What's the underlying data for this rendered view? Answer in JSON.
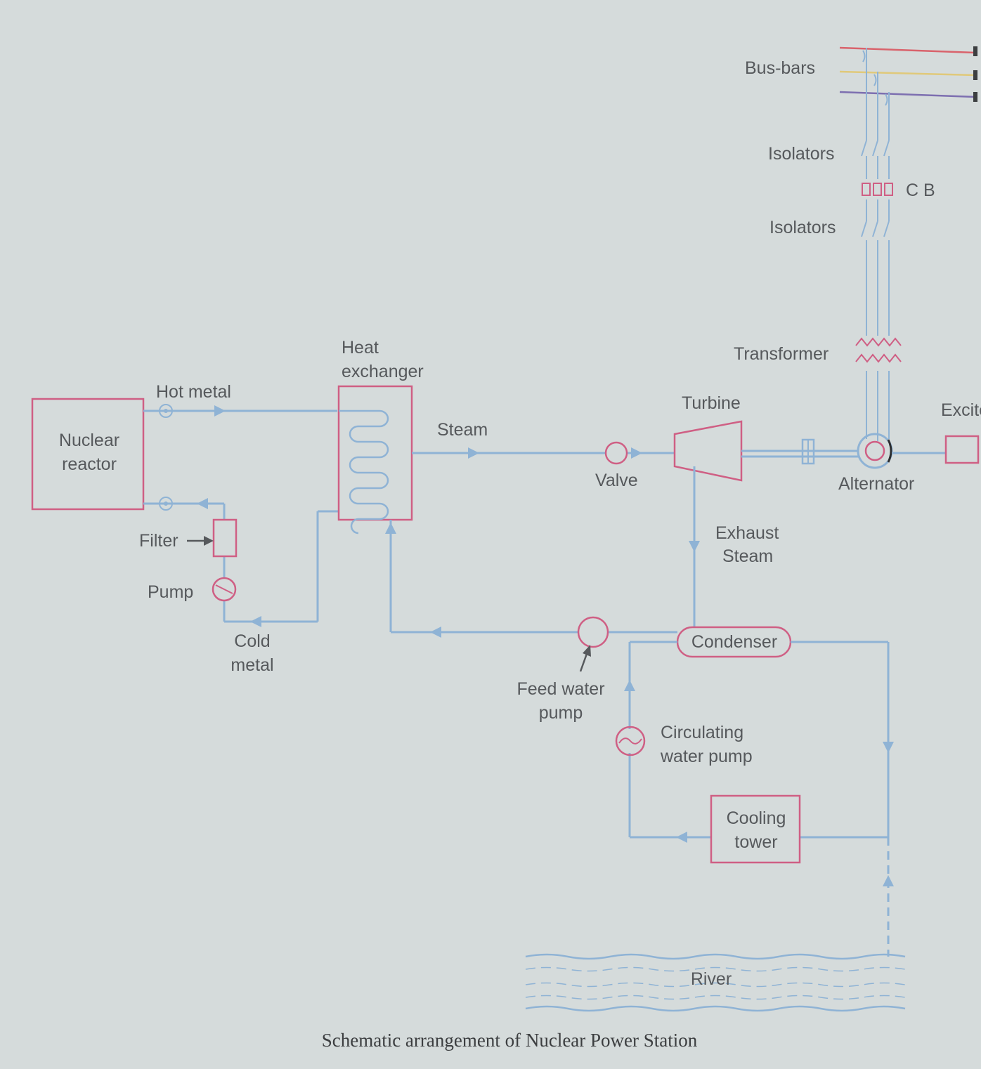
{
  "labels": {
    "bus_bars": "Bus-bars",
    "isolators_top": "Isolators",
    "cb": "C B",
    "isolators_bottom": "Isolators",
    "transformer": "Transformer",
    "exciter": "Excite",
    "heat_exchanger_1": "Heat",
    "heat_exchanger_2": "exchanger",
    "hot_metal": "Hot metal",
    "nuclear_reactor_1": "Nuclear",
    "nuclear_reactor_2": "reactor",
    "steam": "Steam",
    "turbine": "Turbine",
    "valve": "Valve",
    "alternator": "Alternator",
    "filter": "Filter",
    "pump": "Pump",
    "exhaust_steam_1": "Exhaust",
    "exhaust_steam_2": "Steam",
    "cold_metal_1": "Cold",
    "cold_metal_2": "metal",
    "condenser": "Condenser",
    "feed_water_pump_1": "Feed water",
    "feed_water_pump_2": "pump",
    "circulating_pump_1": "Circulating",
    "circulating_pump_2": "water pump",
    "cooling_tower_1": "Cooling",
    "cooling_tower_2": "tower",
    "river": "River"
  },
  "caption": "Schematic arrangement of Nuclear Power Station",
  "colors": {
    "pipe": "#8fb3d5",
    "component_outline": "#cf5f84",
    "label_text": "#56595c",
    "bus_red": "#d9636c",
    "bus_yellow": "#e0c97a",
    "bus_purple": "#7d6fb0"
  }
}
